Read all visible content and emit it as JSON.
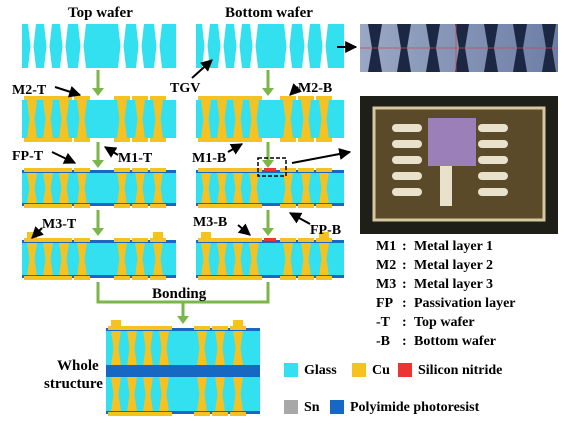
{
  "headers": {
    "top": "Top wafer",
    "bottom": "Bottom wafer"
  },
  "labels": {
    "m2t": "M2-T",
    "m1t": "M1-T",
    "fpt": "FP-T",
    "m3t": "M3-T",
    "tgv": "TGV",
    "m2b": "M2-B",
    "m1b": "M1-B",
    "m3b": "M3-B",
    "fpb": "FP-B",
    "bonding": "Bonding",
    "whole1": "Whole",
    "whole2": "structure"
  },
  "definitions": [
    {
      "key": "M1",
      "sep": ":",
      "value": "Metal layer 1"
    },
    {
      "key": "M2",
      "sep": ":",
      "value": "Metal layer 2"
    },
    {
      "key": "M3",
      "sep": ":",
      "value": "Metal layer 3"
    },
    {
      "key": "FP",
      "sep": ":",
      "value": "Passivation layer"
    },
    {
      "key": "-T",
      "sep": ":",
      "value": "Top wafer"
    },
    {
      "key": "-B",
      "sep": ":",
      "value": "Bottom wafer"
    }
  ],
  "legend": [
    {
      "label": "Glass",
      "color": "#33e0f0"
    },
    {
      "label": "Cu",
      "color": "#f5c221"
    },
    {
      "label": "Silicon nitride",
      "color": "#ee3333"
    },
    {
      "label": "Sn",
      "color": "#a8a8a8"
    },
    {
      "label": "Polyimide photoresist",
      "color": "#1668c2"
    }
  ],
  "colors": {
    "glass": "#33e0f0",
    "cu": "#f5c221",
    "polyimide": "#1668c2",
    "nitride": "#ee3333",
    "arrow": "#7ab648",
    "sn": "#a8a8a8"
  }
}
